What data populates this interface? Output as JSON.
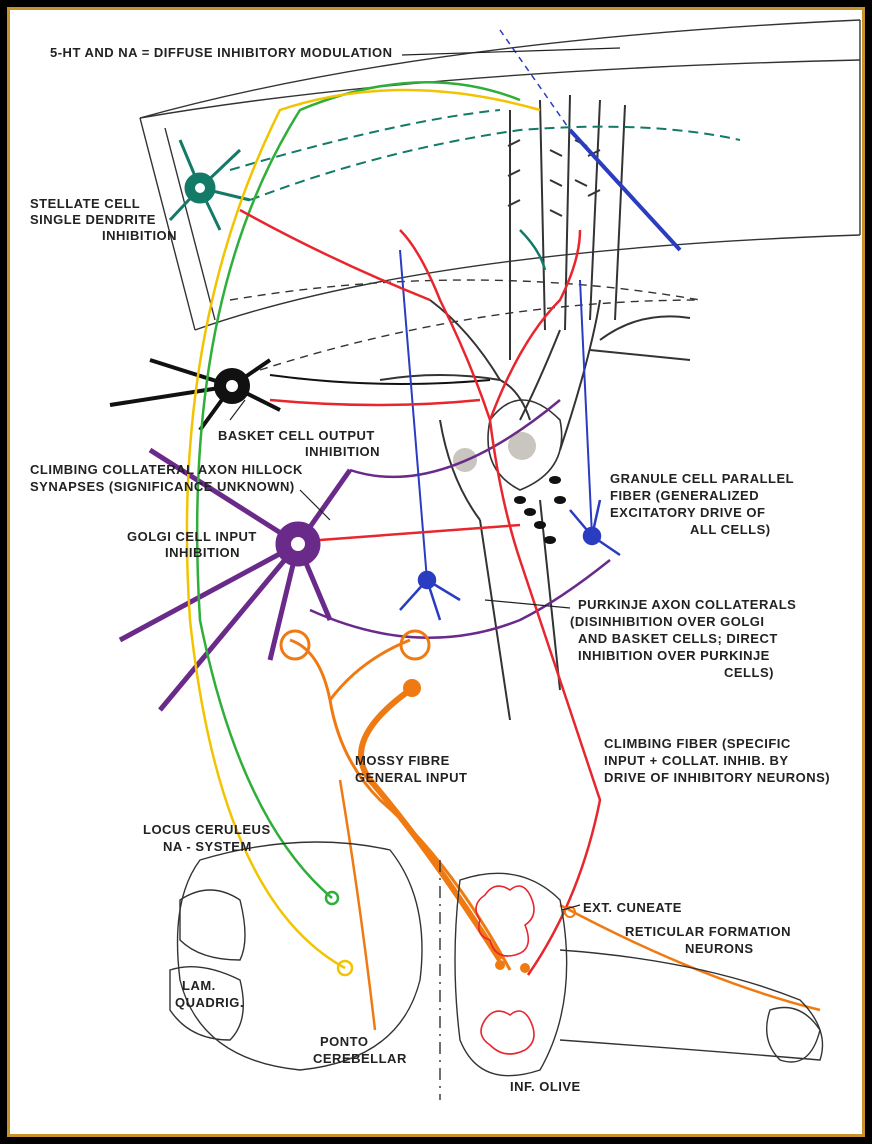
{
  "colors": {
    "frame": "#c8922a",
    "panel": "#ffffff",
    "ink": "#222222",
    "stellate": "#127a66",
    "basket": "#111111",
    "golgi": "#6a2a8a",
    "granule": "#2a3cc0",
    "mossy": "#f07a12",
    "climbing": "#e8262e",
    "locus": "#2fae3a",
    "serotonin": "#f2c400",
    "purkinje_nucleus": "#c9c6c0"
  },
  "labels": {
    "top": "5-HT AND NA = DIFFUSE INHIBITORY MODULATION",
    "stellate_1": "STELLATE CELL",
    "stellate_2": "SINGLE DENDRITE",
    "stellate_3": "INHIBITION",
    "basket_1": "BASKET CELL OUTPUT",
    "basket_2": "INHIBITION",
    "climbing_coll_1": "CLIMBING COLLATERAL AXON HILLOCK",
    "climbing_coll_2": "SYNAPSES (SIGNIFICANCE UNKNOWN)",
    "golgi_1": "GOLGI CELL INPUT",
    "golgi_2": "INHIBITION",
    "granule_1": "GRANULE CELL PARALLEL",
    "granule_2": "FIBER (GENERALIZED",
    "granule_3": "EXCITATORY DRIVE OF",
    "granule_4": "ALL CELLS)",
    "purkinje_1": "PURKINJE AXON COLLATERALS",
    "purkinje_2": "(DISINHIBITION OVER GOLGI",
    "purkinje_3": "AND BASKET CELLS; DIRECT",
    "purkinje_4": "INHIBITION OVER PURKINJE",
    "purkinje_5": "CELLS)",
    "mossy_1": "MOSSY FIBRE",
    "mossy_2": "GENERAL INPUT",
    "climbing_1": "CLIMBING FIBER (SPECIFIC",
    "climbing_2": "INPUT + COLLAT. INHIB. BY",
    "climbing_3": "DRIVE OF INHIBITORY NEURONS)",
    "locus_1": "LOCUS CERULEUS",
    "locus_2": "NA - SYSTEM",
    "lam_1": "LAM.",
    "lam_2": "QUADRIG.",
    "ponto_1": "PONTO",
    "ponto_2": "CEREBELLAR",
    "ext_cuneate": "EXT. CUNEATE",
    "reticular_1": "RETICULAR FORMATION",
    "reticular_2": "NEURONS",
    "inf_olive": "INF. OLIVE"
  }
}
